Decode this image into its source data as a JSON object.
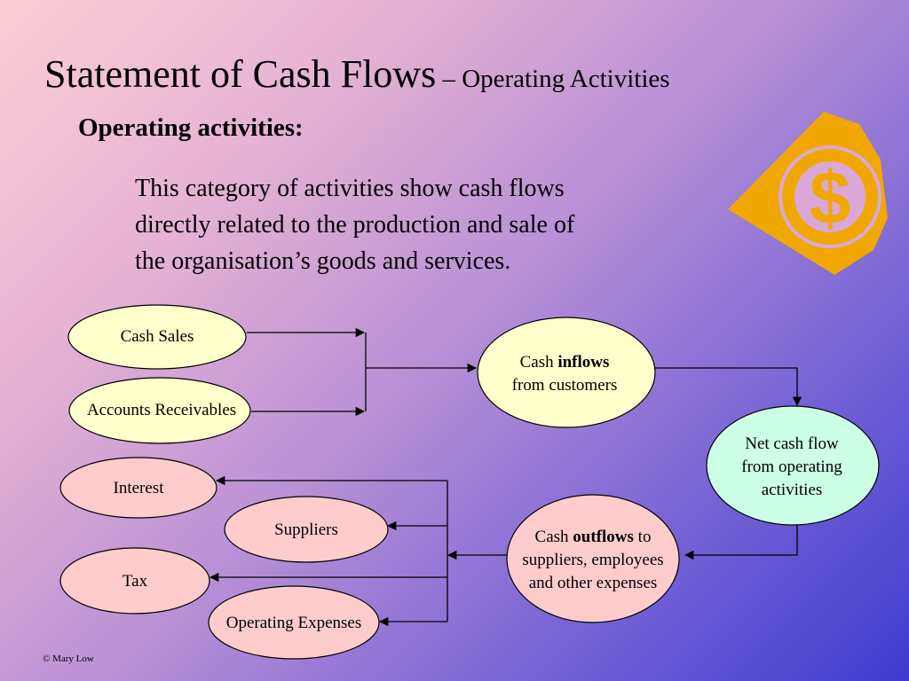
{
  "title": {
    "main": "Statement of Cash Flows",
    "sub": " – Operating Activities"
  },
  "subheading": "Operating activities:",
  "body_lines": [
    "This category of activities show cash flows",
    "directly related to the production and sale of",
    "the organisation’s goods and services."
  ],
  "nodes": {
    "cash_sales": "Cash Sales",
    "accounts_receivables": "Accounts Receivables",
    "cash_inflows": {
      "pre": "Cash ",
      "bold": "inflows",
      "line2": "from customers"
    },
    "net_cash_flow": [
      "Net cash flow",
      "from operating",
      "activities"
    ],
    "cash_outflows": {
      "pre": "Cash ",
      "bold": "outflows",
      "post": " to",
      "line2": "suppliers, employees",
      "line3": "and other expenses"
    },
    "interest": "Interest",
    "suppliers": "Suppliers",
    "tax": "Tax",
    "operating_expenses": "Operating Expenses"
  },
  "icon": "dollar-eye-icon",
  "colors": {
    "yellow_node": "#ffffcc",
    "pink_node": "#ffcccc",
    "green_node": "#ccffe6",
    "icon_gold": "#f0a800"
  },
  "footer": "© Mary Low"
}
